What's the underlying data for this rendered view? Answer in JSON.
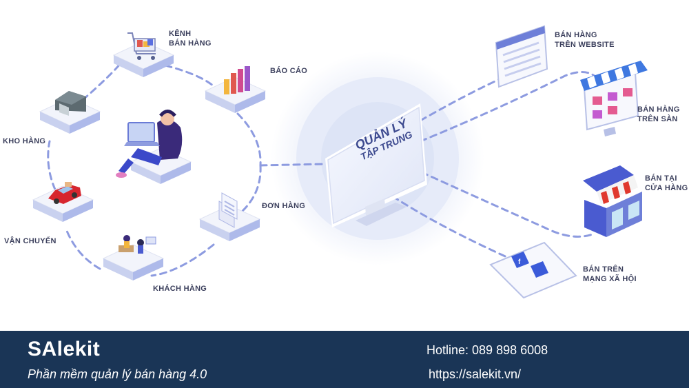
{
  "center": {
    "title_line1": "QUẢN LÝ",
    "title_line2": "TẬP TRUNG"
  },
  "left_nodes": {
    "kenh_ban_hang": "KÊNH\nBÁN HÀNG",
    "bao_cao": "BÁO CÁO",
    "kho_hang": "KHO HÀNG",
    "van_chuyen": "VẬN CHUYỂN",
    "khach_hang": "KHÁCH HÀNG",
    "don_hang": "ĐƠN HÀNG"
  },
  "right_nodes": {
    "website": "BÁN HÀNG\nTRÊN WEBSITE",
    "san": "BÁN HÀNG\nTRÊN SÀN",
    "cua_hang": "BÁN TẠI\nCỬA HÀNG",
    "mxh": "BÁN TRÊN\nMẠNG XÃ HỘI"
  },
  "footer": {
    "brand": "SAlekit",
    "tagline": "Phần mềm quản lý bán hàng 4.0",
    "hotline": "Hotline: 089 898 6008",
    "website": "https://salekit.vn/"
  },
  "colors": {
    "footer_bg": "#1a3556",
    "dash": "#8d9be0",
    "accent": "#4a5bd0",
    "label": "#3b3f5c"
  }
}
